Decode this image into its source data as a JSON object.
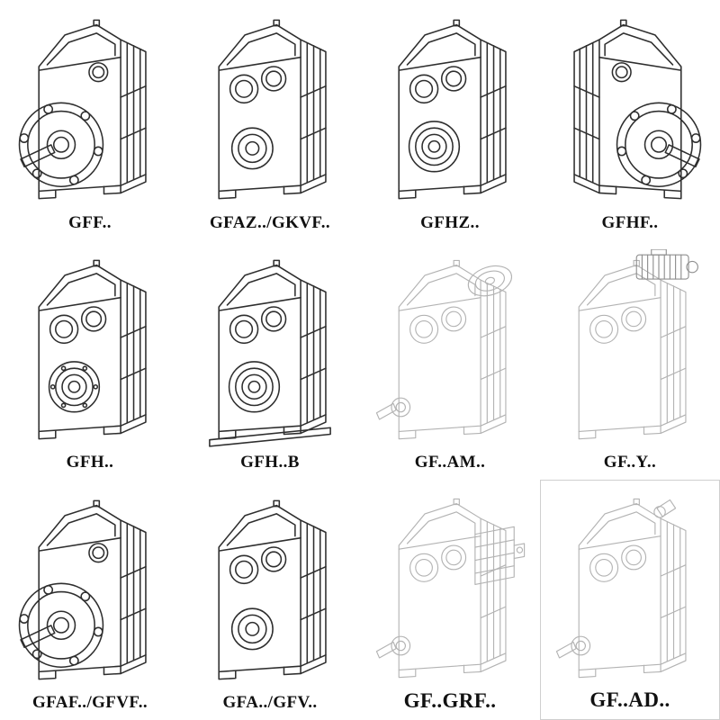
{
  "colors": {
    "ink": "#2e2e2e",
    "faint": "#b3b3b3",
    "background": "#ffffff",
    "label": "#111111"
  },
  "cells": [
    {
      "id": "gff",
      "label": "GFF..",
      "style": "solid",
      "drawing": "gearbox-flange-solid-shaft"
    },
    {
      "id": "gfaz-gkvf",
      "label": "GFAZ../GKVF..",
      "style": "solid",
      "drawing": "gearbox-hollow-shaft-boss"
    },
    {
      "id": "gfhz",
      "label": "GFHZ..",
      "style": "solid",
      "drawing": "gearbox-hollow-shaft-rings"
    },
    {
      "id": "gfhf",
      "label": "GFHF..",
      "style": "solid",
      "drawing": "gearbox-flange-right"
    },
    {
      "id": "gfh",
      "label": "GFH..",
      "style": "solid",
      "drawing": "gearbox-shaft-mounted"
    },
    {
      "id": "gfh-b",
      "label": "GFH..B",
      "style": "solid",
      "drawing": "gearbox-shaft-mounted-base"
    },
    {
      "id": "gf-am",
      "label": "GF..AM..",
      "style": "faint",
      "drawing": "gearbox-input-flange-adapter"
    },
    {
      "id": "gf-y",
      "label": "GF..Y..",
      "style": "faint",
      "drawing": "gearbox-with-motor"
    },
    {
      "id": "gfaf-gfvf",
      "label": "GFAF../GFVF..",
      "style": "solid",
      "drawing": "gearbox-flange-hollow"
    },
    {
      "id": "gfa-gfv",
      "label": "GFA../GFV..",
      "style": "solid",
      "drawing": "gearbox-hollow-shaft-boss"
    },
    {
      "id": "gf-grf",
      "label": "GF..GRF..",
      "style": "faint",
      "drawing": "gearbox-input-housing"
    },
    {
      "id": "gf-ad",
      "label": "GF..AD..",
      "style": "faint",
      "drawing": "gearbox-input-shaft-adapter"
    }
  ]
}
